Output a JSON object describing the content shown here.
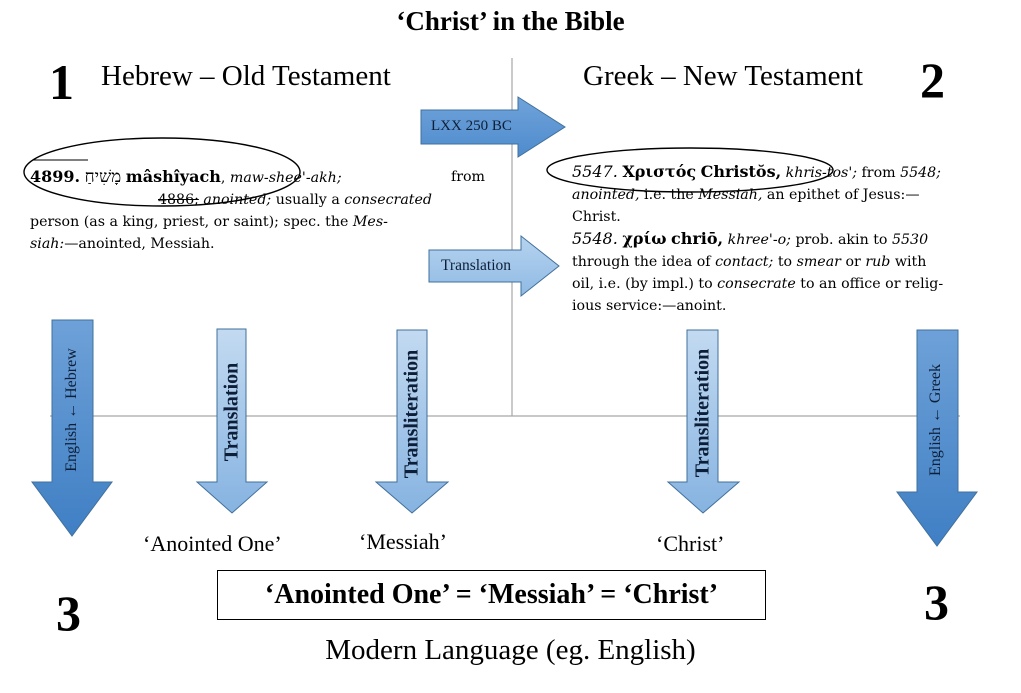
{
  "title": "‘Christ’ in the Bible",
  "columns": {
    "left": {
      "number": "1",
      "heading": "Hebrew – Old Testament"
    },
    "right": {
      "number": "2",
      "heading": "Greek – New Testament"
    }
  },
  "middle_arrows": {
    "lxx": "LXX 250 BC",
    "translation": "Translation"
  },
  "hebrew_entry": {
    "number": "4899.",
    "hebrew": "מָשִׁיחַ",
    "word": "mâshîyach",
    "pronunciation": "maw-shee'-akh;",
    "from": "from",
    "ref": "4886;",
    "meaning": "anointed;",
    "usually": "usually a",
    "consecrated": "consecrated",
    "line3": "person (as a king, priest, or saint); spec. the",
    "mes": "Mes-",
    "siah": "siah:",
    "tail": "—anointed, Messiah."
  },
  "greek_entries": [
    {
      "number": "5547.",
      "greek": "Χριστός",
      "word": "Christŏs,",
      "pronunciation": "khris-tos';",
      "from": "from",
      "ref": "5548;",
      "anointed": "anointed,",
      "ie": "i.e. the",
      "messiah": "Messiah,",
      "rest1": "an epithet of Jesus:—",
      "rest2": "Christ."
    },
    {
      "number": "5548.",
      "greek": "χρίω",
      "word": "chriō,",
      "pronunciation": "khree'-o;",
      "prob": "prob. akin to",
      "ref": "5530",
      "through": "through the idea of",
      "contact": "contact;",
      "to": "to",
      "smear": "smear",
      "or": "or",
      "rub": "rub",
      "with": "with",
      "oil": "oil, i.e. (by impl.) to",
      "consecrate": "consecrate",
      "office": "to an office or relig-",
      "service": "ious service:—anoint."
    }
  ],
  "down_arrows": {
    "english_hebrew": "English ← Hebrew",
    "translation": "Translation",
    "transliteration_left": "Transliteration",
    "transliteration_right": "Transliteration",
    "english_greek": "English ← Greek"
  },
  "captions": {
    "anointed_one": "‘Anointed One’",
    "messiah": "‘Messiah’",
    "christ": "‘Christ’"
  },
  "bottom_numbers": {
    "left": "3",
    "right": "3"
  },
  "equation": "‘Anointed One’ = ‘Messiah’ = ‘Christ’",
  "footer": "Modern Language (eg. English)",
  "colors": {
    "arrow_fill": "#5b93d0",
    "arrow_light": "#9dc3e6",
    "arrow_stroke": "#41709c",
    "label_text": "#0d1f38",
    "divider": "#a6a6a6"
  }
}
